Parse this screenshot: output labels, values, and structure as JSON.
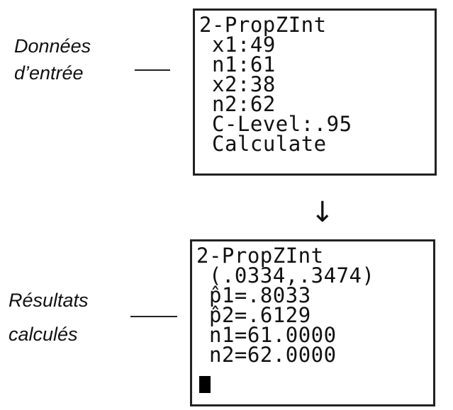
{
  "labels": {
    "input_line1": "Données",
    "input_line2": "d’entrée",
    "output_line1": "Résultats",
    "output_line2": "calculés"
  },
  "input_screen": {
    "title": "2-PropZInt",
    "lines": [
      "x1:49",
      "n1:61",
      "x2:38",
      "n2:62",
      "C-Level:.95",
      "Calculate"
    ]
  },
  "arrow": "↓",
  "output_screen": {
    "title": "2-PropZInt",
    "lines": [
      "(.0334,.3474)",
      "p̂1=.8033",
      "p̂2=.6129",
      "n1=61.0000",
      "n2=62.0000"
    ]
  }
}
